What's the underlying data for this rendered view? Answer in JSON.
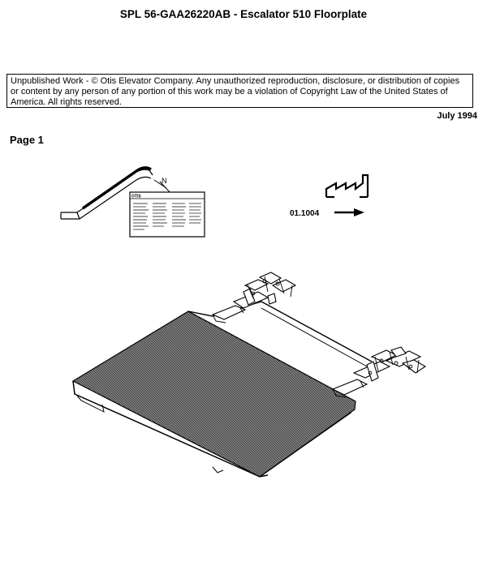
{
  "document": {
    "title": "SPL 56-GAA26220AB  -  Escalator 510 Floorplate",
    "notice": "Unpublished Work - © Otis Elevator Company.  Any unauthorized reproduction, disclosure, or distribution of copies or content by any person of any portion of this work may be a violation of Copyright Law of the United States of America.  All rights reserved.",
    "date": "July 1994",
    "page_label": "Page 1"
  },
  "diagram": {
    "callout_letter": "N",
    "plate_header": "OTIS",
    "reference_number": "01.1004",
    "icons": [
      "escalator-icon",
      "factory-icon",
      "arrow-right-icon"
    ],
    "colors": {
      "ink": "#000000",
      "hatch": "#555555"
    }
  }
}
